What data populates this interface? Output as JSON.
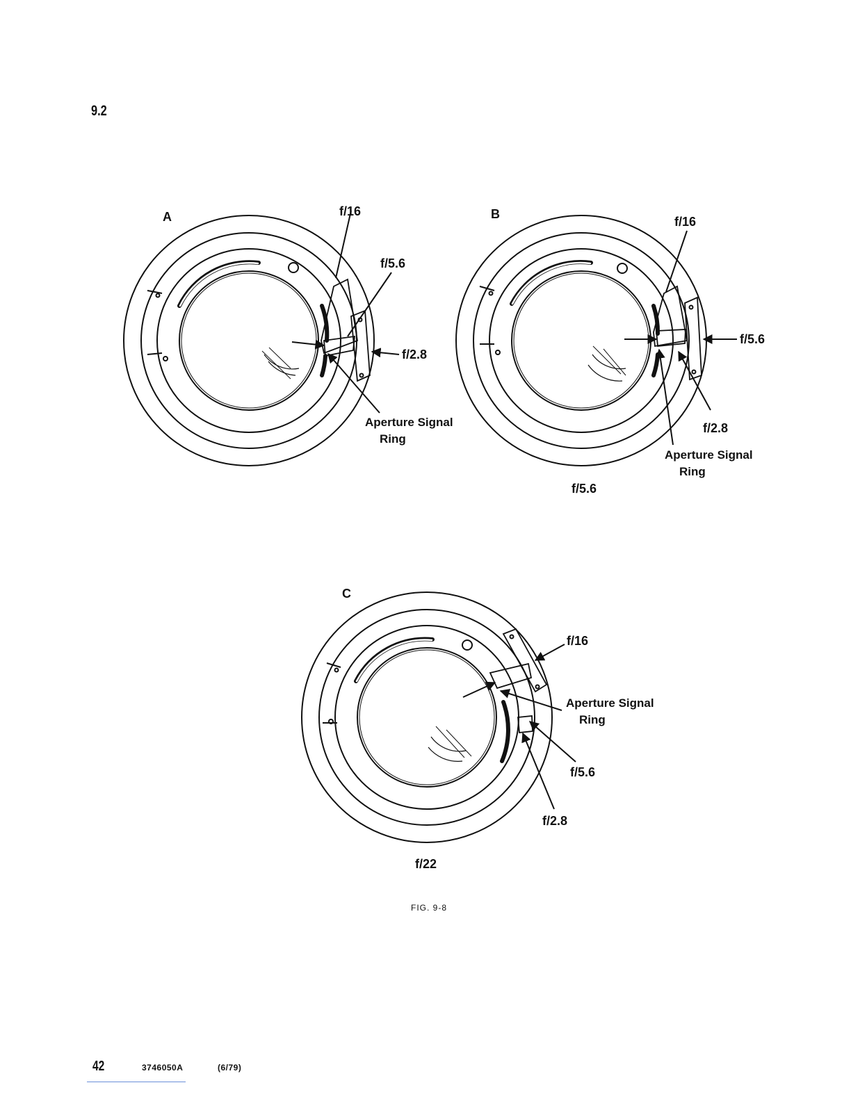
{
  "header": {
    "section": "9.2"
  },
  "figures": [
    {
      "letter": "A",
      "labels": {
        "f16": "f/16",
        "f56": "f/5.6",
        "f28": "f/2.8",
        "signal_ring_1": "Aperture Signal",
        "signal_ring_2": "Ring"
      },
      "caption": ""
    },
    {
      "letter": "B",
      "labels": {
        "f16": "f/16",
        "f56": "f/5.6",
        "f28": "f/2.8",
        "signal_ring_1": "Aperture Signal",
        "signal_ring_2": "Ring"
      },
      "caption": "f/5.6"
    },
    {
      "letter": "C",
      "labels": {
        "f16": "f/16",
        "f56": "f/5.6",
        "f28": "f/2.8",
        "signal_ring_1": "Aperture Signal",
        "signal_ring_2": "Ring"
      },
      "caption": "f/22"
    }
  ],
  "figure_caption": "FIG. 9-8",
  "footer": {
    "page_number": "42",
    "doc_number": "3746050A",
    "date": "(6/79)"
  }
}
